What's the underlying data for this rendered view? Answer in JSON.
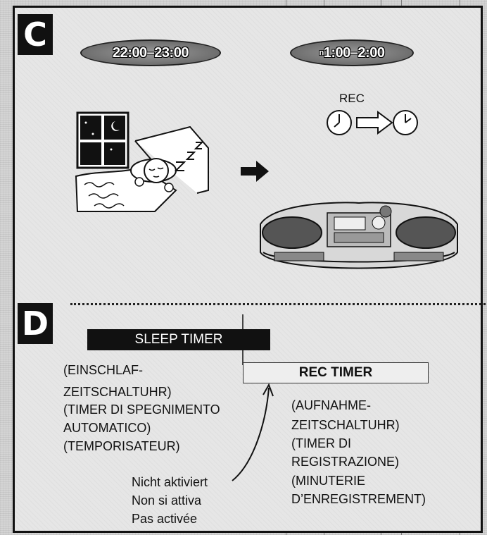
{
  "section_c": {
    "letter": "C",
    "time_start": "22:00–23:00",
    "time_rec": "1:00–2:00",
    "time_rec_prefix": "n",
    "rec_label": "REC"
  },
  "section_d": {
    "letter": "D",
    "sleep_timer": {
      "title": "SLEEP TIMER",
      "lines": [
        "(EINSCHLAF-",
        "ZEITSCHALTUHR)",
        "(TIMER DI SPEGNIMENTO",
        "AUTOMATICO)",
        "(TEMPORISATEUR)"
      ]
    },
    "rec_timer": {
      "title": "REC TIMER",
      "lines": [
        "(AUFNAHME-",
        "ZEITSCHALTUHR)",
        "(TIMER DI",
        "REGISTRAZIONE)",
        "(MINUTERIE",
        "D’ENREGISTREMENT)"
      ]
    },
    "not_active": [
      "Nicht aktiviert",
      "Non si attiva",
      "Pas activée"
    ]
  }
}
